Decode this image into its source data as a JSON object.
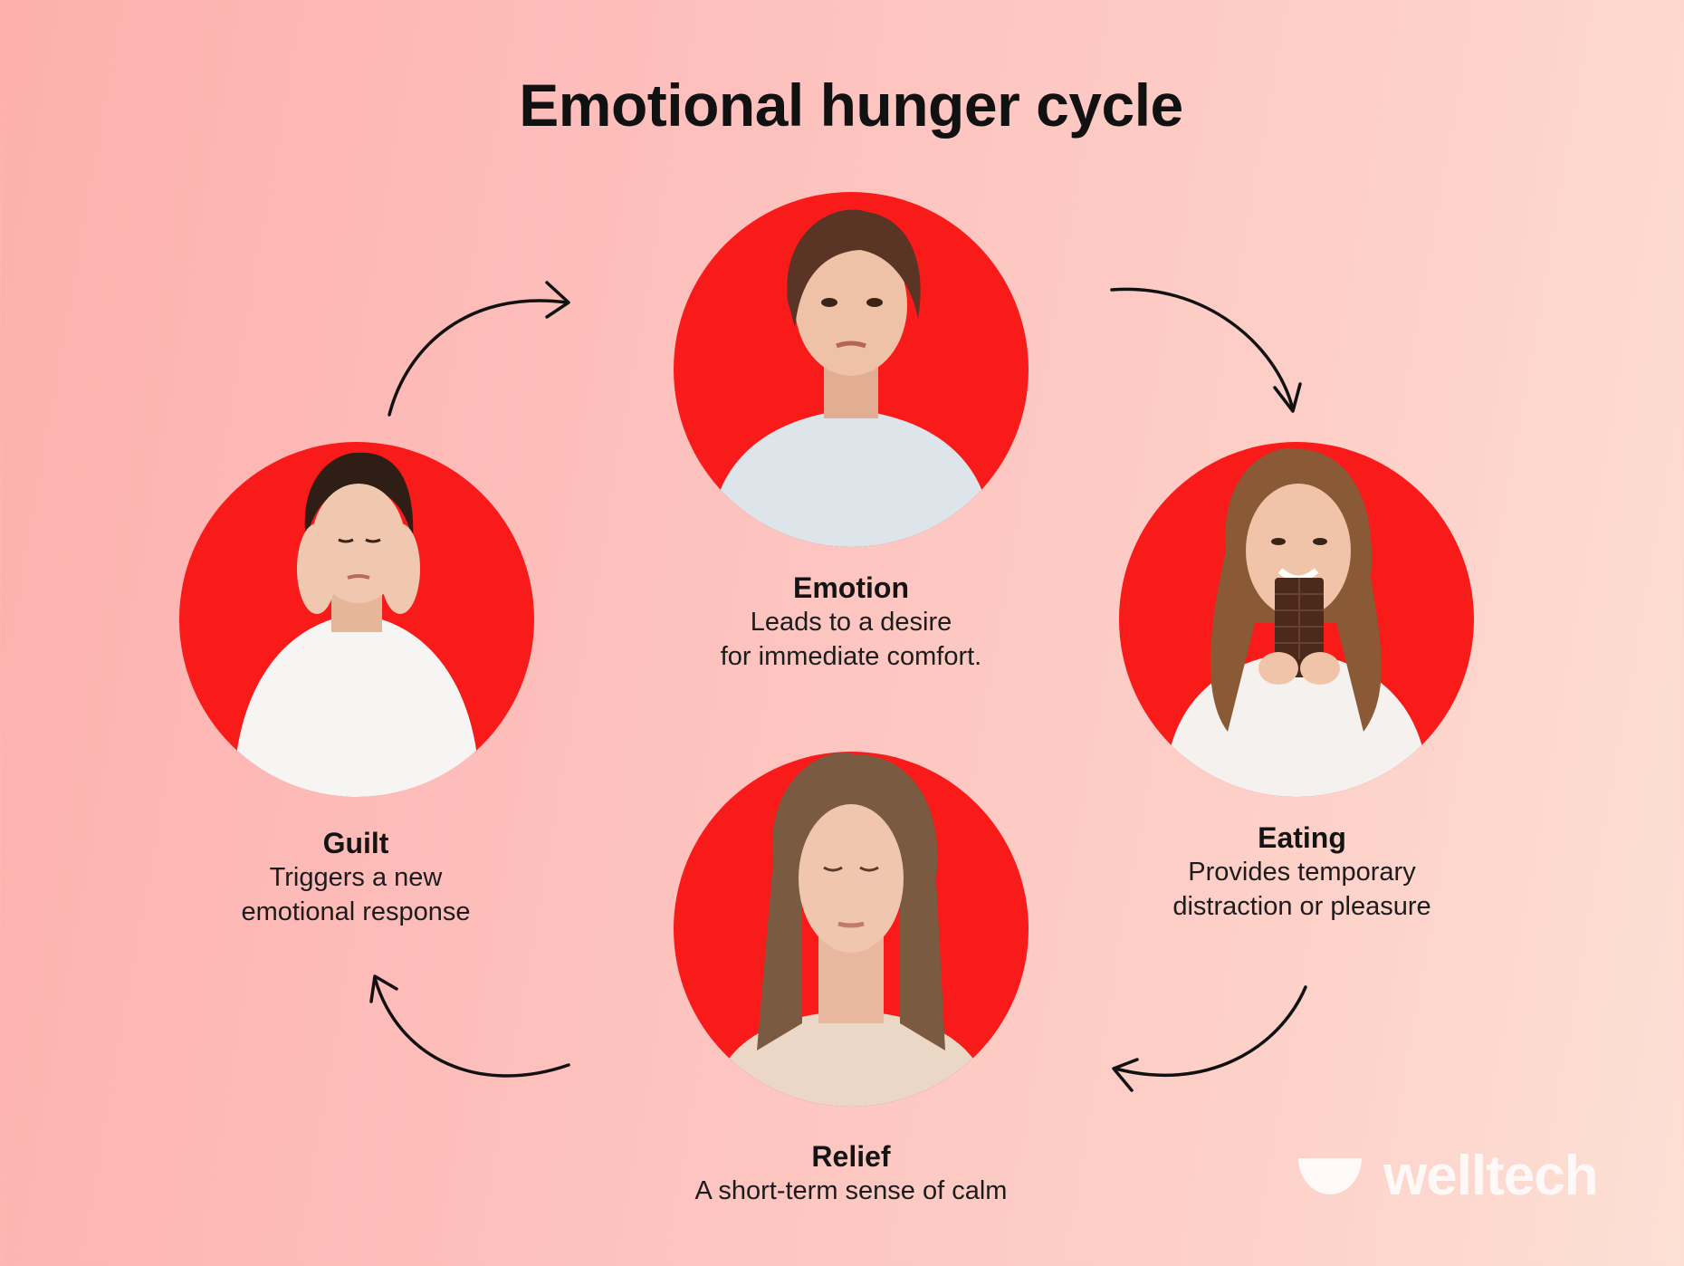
{
  "title": "Emotional hunger cycle",
  "steps": [
    {
      "key": "emotion",
      "label": "Emotion",
      "description": "Leads to a desire\nfor immediate comfort."
    },
    {
      "key": "eating",
      "label": "Eating",
      "description": "Provides temporary\ndistraction or pleasure"
    },
    {
      "key": "relief",
      "label": "Relief",
      "description": "A short-term sense of calm"
    },
    {
      "key": "guilt",
      "label": "Guilt",
      "description": "Triggers a new\nemotional response"
    }
  ],
  "brand": {
    "name": "welltech",
    "icon": "bowl-icon"
  },
  "colors": {
    "circle": "#f91a1a",
    "background_left": "#fdb0ae",
    "background_right": "#fde0d5"
  }
}
